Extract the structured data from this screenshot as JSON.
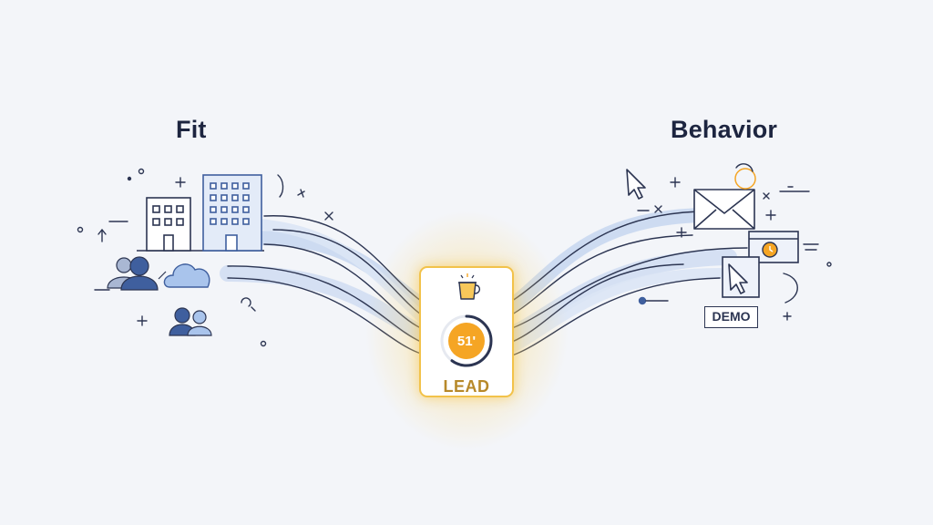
{
  "headings": {
    "fit": "Fit",
    "behavior": "Behavior"
  },
  "lead": {
    "label": "LEAD",
    "score": "51'",
    "score_progress": 0.6
  },
  "demo_badge": "DEMO",
  "colors": {
    "background": "#f3f5f9",
    "navy": "#2c3552",
    "blue_dark": "#3f5f9e",
    "blue_light": "#a9c4ec",
    "flow_band": "#c9d8f0",
    "accent_orange": "#f5a524",
    "card_border": "#f2c24a",
    "lead_text": "#b7892a"
  },
  "icons": [
    "office-building-icon",
    "tall-building-icon",
    "people-icon",
    "cloud-icon",
    "cursor-arrow-icon",
    "envelope-icon",
    "calendar-window-icon",
    "click-window-icon",
    "coffee-cup-icon",
    "score-gauge-icon"
  ]
}
